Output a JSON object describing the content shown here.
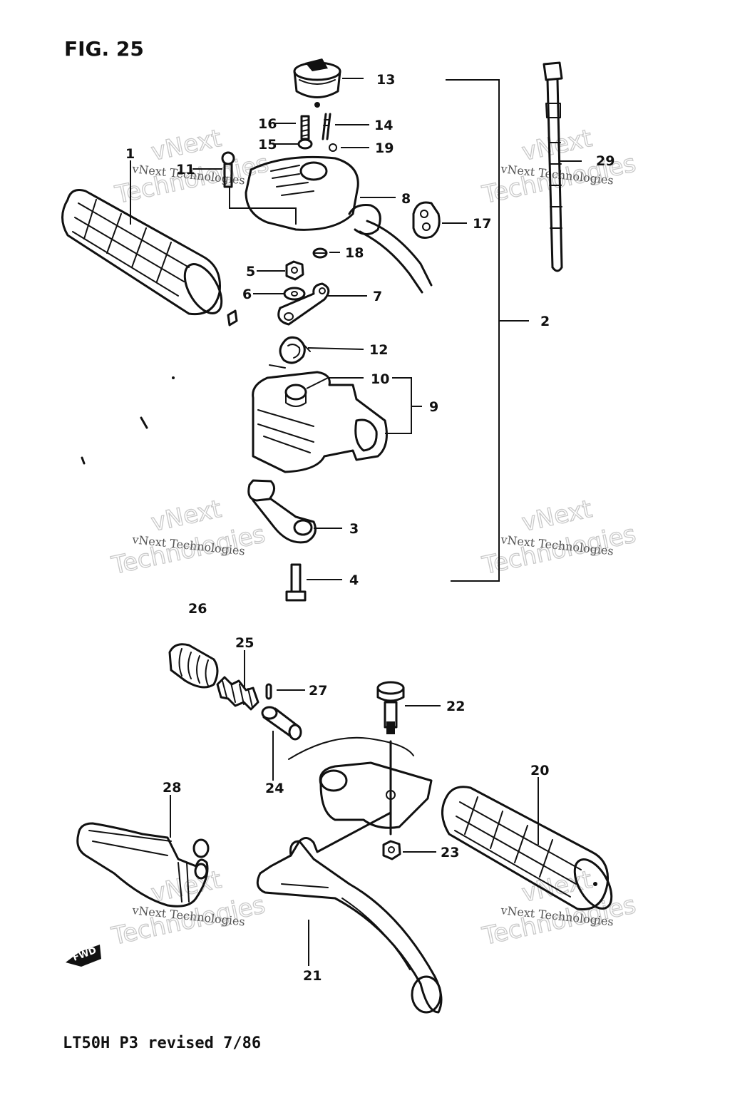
{
  "figure_title": "FIG. 25",
  "footer_text": "LT50H P3  revised 7/86",
  "direction_marker": "FWD",
  "watermark": {
    "line1": "vNext",
    "line2": "Technologies",
    "small": "vNext Technologies"
  },
  "callouts": [
    {
      "id": "c1",
      "label": "1"
    },
    {
      "id": "c2",
      "label": "2"
    },
    {
      "id": "c3",
      "label": "3"
    },
    {
      "id": "c4",
      "label": "4"
    },
    {
      "id": "c5",
      "label": "5"
    },
    {
      "id": "c6",
      "label": "6"
    },
    {
      "id": "c7",
      "label": "7"
    },
    {
      "id": "c8",
      "label": "8"
    },
    {
      "id": "c9",
      "label": "9"
    },
    {
      "id": "c10",
      "label": "10"
    },
    {
      "id": "c11",
      "label": "11"
    },
    {
      "id": "c12",
      "label": "12"
    },
    {
      "id": "c13",
      "label": "13"
    },
    {
      "id": "c14",
      "label": "14"
    },
    {
      "id": "c15",
      "label": "15"
    },
    {
      "id": "c16",
      "label": "16"
    },
    {
      "id": "c17",
      "label": "17"
    },
    {
      "id": "c18",
      "label": "18"
    },
    {
      "id": "c19",
      "label": "19"
    },
    {
      "id": "c20",
      "label": "20"
    },
    {
      "id": "c21",
      "label": "21"
    },
    {
      "id": "c22",
      "label": "22"
    },
    {
      "id": "c23",
      "label": "23"
    },
    {
      "id": "c24",
      "label": "24"
    },
    {
      "id": "c25",
      "label": "25"
    },
    {
      "id": "c26",
      "label": "26"
    },
    {
      "id": "c27",
      "label": "27"
    },
    {
      "id": "c28",
      "label": "28"
    },
    {
      "id": "c29",
      "label": "29"
    }
  ]
}
